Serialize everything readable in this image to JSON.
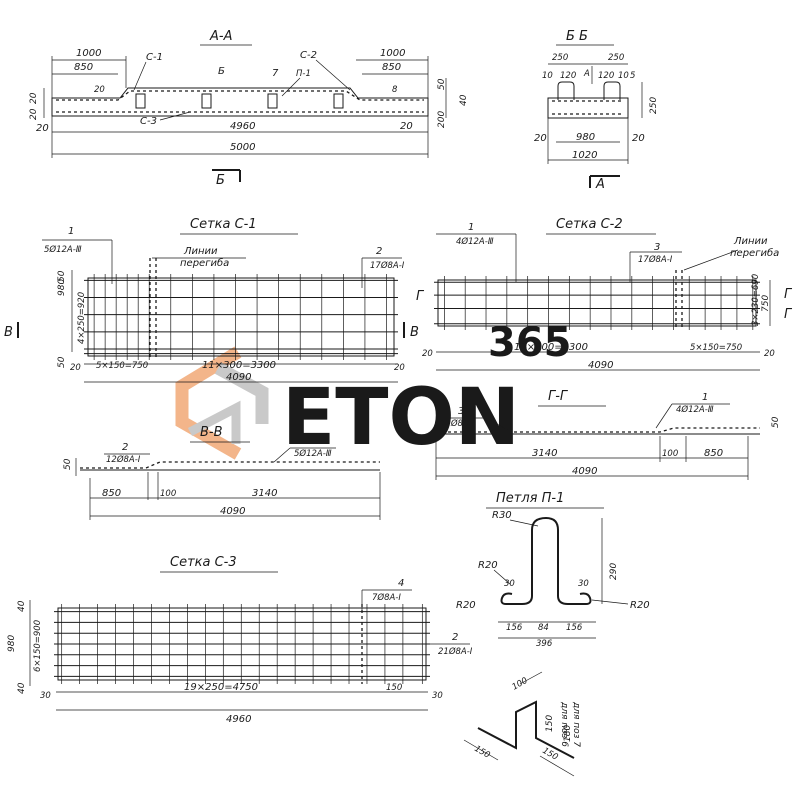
{
  "watermark": {
    "number": "365",
    "word": "ETON",
    "colors": {
      "gray": "#c9c9c9",
      "orange": "#f3b58a"
    }
  },
  "section_aa": {
    "title": "А-А",
    "labels": {
      "c1": "С-1",
      "c2": "С-2",
      "c3": "С-3",
      "p1": "П-1",
      "cut_b": "Б",
      "n7": "7",
      "n8": "8",
      "n20": "20"
    },
    "dims": {
      "top_left_outer": "1000",
      "top_left_inner": "850",
      "top_right_outer": "1000",
      "top_right_inner": "850",
      "inner": "4960",
      "outer": "5000",
      "end_left": "20",
      "end_right": "20",
      "left_20a": "20",
      "left_20b": "20",
      "right_50": "50",
      "right_40": "40",
      "right_200": "200"
    },
    "cut_marker": "Б"
  },
  "section_bb": {
    "title": "Б Б",
    "dims": {
      "d250_left": "250",
      "d250_right": "250",
      "d120_left": "120",
      "d120_right": "120",
      "d10_left": "10",
      "d10_right": "10",
      "d5": "5",
      "d250": "250",
      "inner": "980",
      "outer": "1020",
      "end_left": "20",
      "end_right": "20"
    },
    "cut_marker": "А",
    "mark": "А"
  },
  "setka_c1": {
    "title": "Сетка С-1",
    "callout_1_num": "1",
    "callout_1_text": "5Ø12А-Ⅲ",
    "callout_2_num": "2",
    "callout_2_text": "17Ø8А-Ⅰ",
    "bend_line_1": "Линии",
    "bend_line_2": "перегиба",
    "dims": {
      "height": "980",
      "spacing": "4×250=920",
      "top_50": "50",
      "bot_50": "50",
      "left_20": "20",
      "right_20": "20",
      "bay_small": "5×150=750",
      "bay_large": "11×300=3300",
      "total": "4090"
    },
    "cut_marker": "В"
  },
  "setka_c2": {
    "title": "Сетка С-2",
    "callout_1_num": "1",
    "callout_1_text": "4Ø12А-Ⅲ",
    "callout_3_num": "3",
    "callout_3_text": "17Ø8А-Ⅰ",
    "bend_line_1": "Линии",
    "bend_line_2": "перегиба",
    "dims": {
      "height": "750",
      "spacing": "3×230=690",
      "left_20": "20",
      "right_20": "20",
      "bay_large": "11×300=3300",
      "bay_small": "5×150=750",
      "total": "4090"
    },
    "cut_marker": "Г"
  },
  "section_vv": {
    "title": "В-В",
    "callout_2_num": "2",
    "callout_2_text": "12Ø8А-Ⅰ",
    "callout_1_num": "1",
    "callout_1_text": "5Ø12А-Ⅲ",
    "dims": {
      "d50": "50",
      "d850": "850",
      "d100": "100",
      "d3140": "3140",
      "total": "4090"
    }
  },
  "section_gg": {
    "title": "Г-Г",
    "callout_3_num": "3",
    "callout_3_text": "12Ø8А-Ⅰ",
    "callout_1_num": "1",
    "callout_1_text": "4Ø12А-Ⅲ",
    "dims": {
      "d50": "50",
      "d3140": "3140",
      "d100": "100",
      "d850": "850",
      "total": "4090"
    }
  },
  "setka_c3": {
    "title": "Сетка С-3",
    "callout_4_num": "4",
    "callout_4_text": "7Ø8А-Ⅰ",
    "callout_2_num": "2",
    "callout_2_text": "21Ø8А-Ⅰ",
    "dims": {
      "height": "980",
      "spacing": "6×150=900",
      "top_40": "40",
      "bot_40": "40",
      "left_30": "30",
      "right_30": "30",
      "bay": "19×250=4750",
      "d150": "150",
      "total": "4960"
    }
  },
  "petlya_p1": {
    "title": "Петля П-1",
    "labels": {
      "r30": "R30",
      "r20_a": "R20",
      "r20_b": "R20",
      "r20_c": "R20",
      "d30_left": "30",
      "d30_right": "30",
      "d290": "290"
    },
    "dims": {
      "d156_left": "156",
      "d84": "84",
      "d156_right": "156",
      "d396": "396"
    }
  },
  "bent_bar": {
    "dims": {
      "d100": "100",
      "d150_vert": "150",
      "d180": "180",
      "d150_left": "150",
      "d150_right": "150"
    },
    "notes": {
      "for_pos_6": "для поз 6",
      "for_pos_7": "для поз 7"
    }
  }
}
